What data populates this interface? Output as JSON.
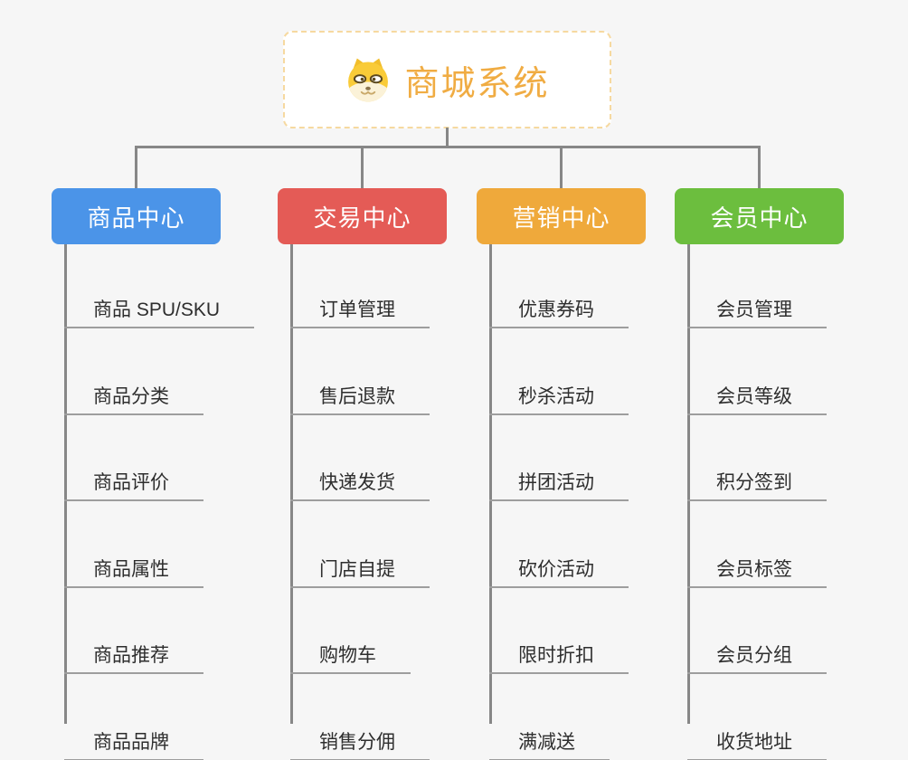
{
  "root": {
    "title": "商城系统",
    "icon": "shiba-dog-face",
    "text_color": "#F0AC43",
    "border_color": "#F6D9A0"
  },
  "branches": [
    {
      "label": "商品中心",
      "color": "#4B94E8",
      "items": [
        "商品 SPU/SKU",
        "商品分类",
        "商品评价",
        "商品属性",
        "商品推荐",
        "商品品牌"
      ]
    },
    {
      "label": "交易中心",
      "color": "#E45B56",
      "items": [
        "订单管理",
        "售后退款",
        "快递发货",
        "门店自提",
        "购物车",
        "销售分佣"
      ]
    },
    {
      "label": "营销中心",
      "color": "#EFA93B",
      "items": [
        "优惠券码",
        "秒杀活动",
        "拼团活动",
        "砍价活动",
        "限时折扣",
        "满减送"
      ]
    },
    {
      "label": "会员中心",
      "color": "#6CBE3E",
      "items": [
        "会员管理",
        "会员等级",
        "积分签到",
        "会员标签",
        "会员分组",
        "收货地址"
      ]
    }
  ],
  "connector_color": "#878787",
  "leaf_underline_color": "#9E9E9E",
  "background_color": "#F6F6F6"
}
